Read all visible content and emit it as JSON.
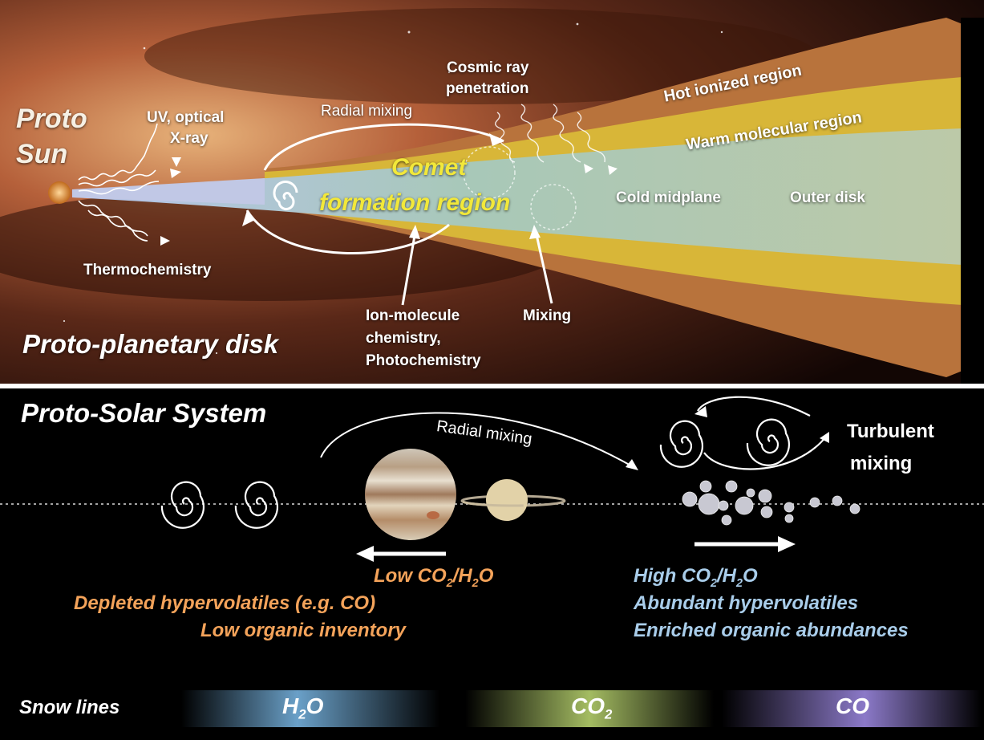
{
  "top": {
    "proto_sun": "Proto Sun",
    "uv_optical": "UV, optical",
    "xray": "X-ray",
    "radial_mixing": "Radial mixing",
    "cosmic_ray": "Cosmic ray",
    "penetration": "penetration",
    "hot_ionized": "Hot ionized region",
    "warm_molecular": "Warm molecular region",
    "comet": "Comet",
    "formation_region": "formation region",
    "cold_midplane": "Cold midplane",
    "outer_disk": "Outer disk",
    "thermochemistry": "Thermochemistry",
    "ion_molecule": "Ion-molecule",
    "chemistry": "chemistry,",
    "photochemistry": "Photochemistry",
    "mixing": "Mixing",
    "protoplanetary": "Proto-planetary disk"
  },
  "bottom": {
    "title": "Proto-Solar System",
    "radial_mixing": "Radial mixing",
    "turbulent": "Turbulent",
    "mixing": "mixing",
    "left_lines": {
      "l1_a": "Low CO",
      "l1_sub": "2",
      "l1_b": "/H",
      "l1_sub2": "2",
      "l1_c": "O",
      "l2": "Depleted hypervolatiles (e.g. CO)",
      "l3": "Low organic inventory"
    },
    "right_lines": {
      "l1_a": "High CO",
      "l1_sub": "2",
      "l1_b": "/H",
      "l1_sub2": "2",
      "l1_c": "O",
      "l2": "Abundant hypervolatiles",
      "l3": "Enriched organic abundances"
    },
    "snow_lines": "Snow lines",
    "h2o_a": "H",
    "h2o_sub": "2",
    "h2o_b": "O",
    "co2_a": "CO",
    "co2_sub": "2",
    "co": "CO"
  },
  "colors": {
    "orange_text": "#f4a35a",
    "blue_text": "#a9cdea",
    "yellow_text": "#f2e83a",
    "hot_ionized": "#b8733c",
    "warm_molecular": "#d8b638",
    "cold_midplane": "#a9c8b4"
  }
}
